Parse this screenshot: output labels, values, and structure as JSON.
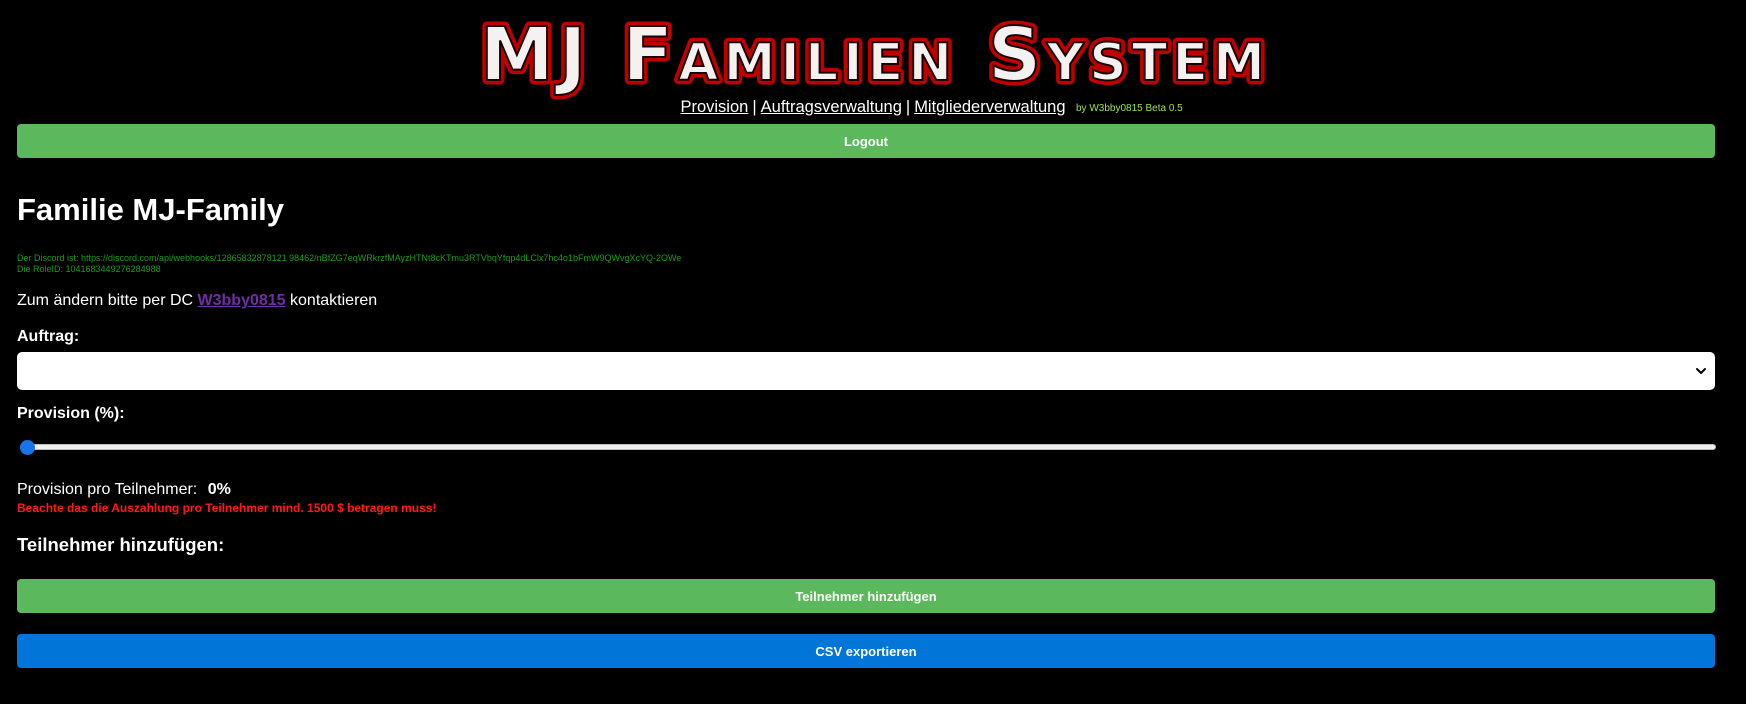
{
  "header": {
    "logo_text": "MJ Familien System",
    "subtitle": "by W3bby0815 Beta 0.5"
  },
  "nav": {
    "items": [
      {
        "label": "Provision"
      },
      {
        "label": "Auftragsverwaltung"
      },
      {
        "label": "Mitgliederverwaltung"
      }
    ],
    "separator": "|"
  },
  "logout_label": "Logout",
  "family": {
    "title": "Familie MJ-Family",
    "discord_line": "Der Discord ist: https://discord.com/api/webhooks/12865832878121 98462/nBfZG7eqWRkrzfMAyzHTNt8cKTmu3RTVbqYfqp4dLClx7hc4o1bFmW9QWvgXcYQ-2OWe",
    "role_line": "Die RoleID: 1041683449276284988"
  },
  "contact": {
    "prefix": "Zum ändern bitte per DC",
    "name": "W3bby0815",
    "suffix": "kontaktieren"
  },
  "form": {
    "auftrag_label": "Auftrag:",
    "auftrag_value": "",
    "provision_label": "Provision (%):",
    "provision_slider_value": 0,
    "provision_per_label": "Provision pro Teilnehmer:",
    "provision_per_value": "0%",
    "warning": "Beachte das die Auszahlung pro Teilnehmer mind. 1500 $ betragen muss!",
    "add_heading": "Teilnehmer hinzufügen:",
    "add_button": "Teilnehmer hinzufügen",
    "csv_button": "CSV exportieren"
  },
  "colors": {
    "green_button": "#5cb85c",
    "blue_button": "#0275d8",
    "warning_red": "#ff1a1a",
    "discord_green": "#1f9a1f",
    "link_purple": "#6f2da8",
    "slider_accent": "#1a73e8"
  },
  "icons": {
    "select_arrow": "chevron-down-icon"
  }
}
